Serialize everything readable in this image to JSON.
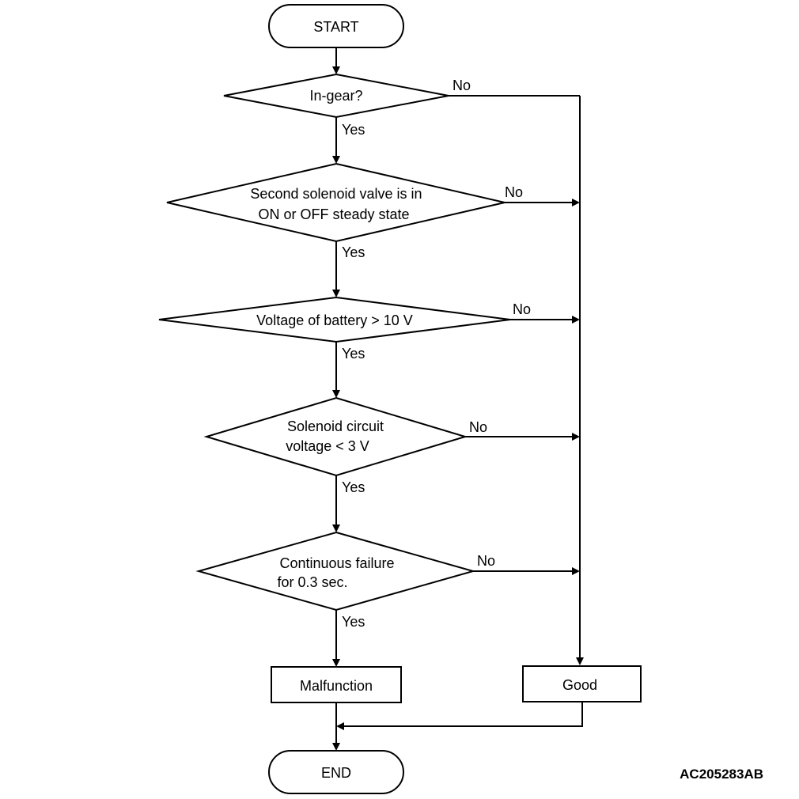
{
  "flowchart": {
    "start": "START",
    "end": "END",
    "decisions": [
      {
        "lines": [
          "In-gear?"
        ],
        "yes": "Yes",
        "no": "No"
      },
      {
        "lines": [
          "Second solenoid valve is in",
          "ON or OFF steady state"
        ],
        "yes": "Yes",
        "no": "No"
      },
      {
        "lines": [
          "Voltage of battery > 10 V"
        ],
        "yes": "Yes",
        "no": "No"
      },
      {
        "lines": [
          "Solenoid circuit",
          "voltage < 3 V"
        ],
        "yes": "Yes",
        "no": "No"
      },
      {
        "lines": [
          "Continuous failure",
          "for 0.3 sec."
        ],
        "yes": "Yes",
        "no": "No"
      }
    ],
    "malfunction": "Malfunction",
    "good": "Good"
  },
  "figure_code": "AC205283AB"
}
